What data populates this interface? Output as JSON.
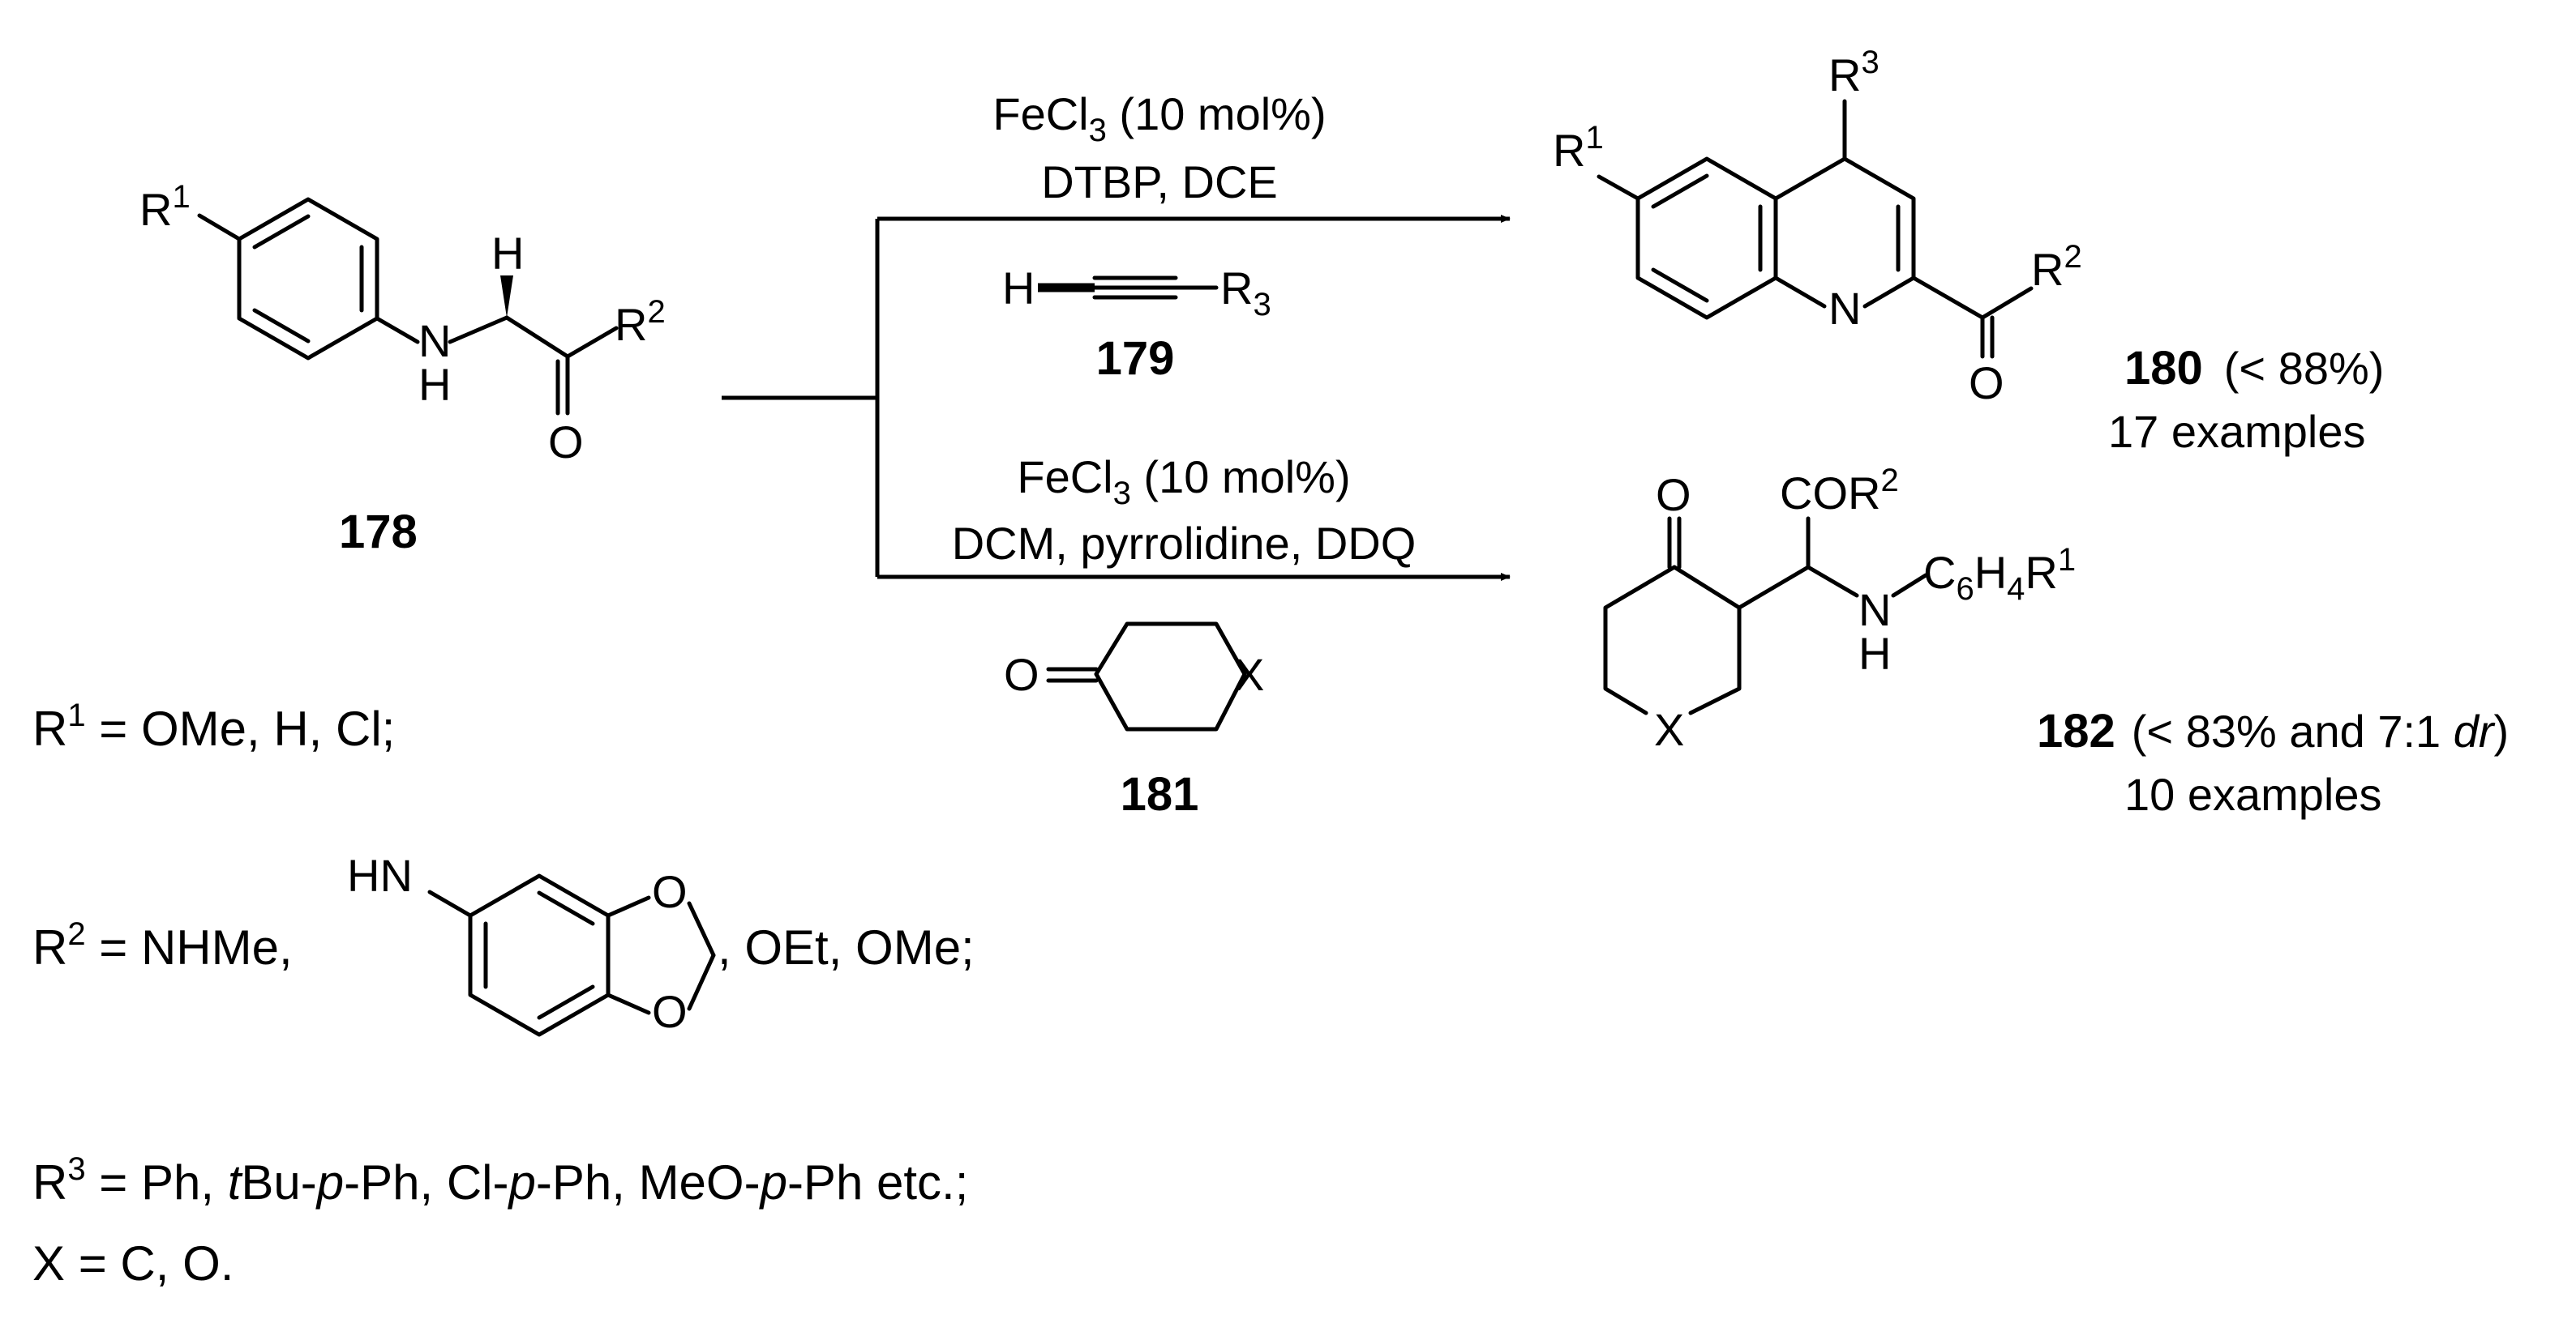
{
  "compounds": {
    "c178": {
      "label": "178",
      "r1": "R",
      "r1_sup": "1",
      "h": "H",
      "nh_n": "N",
      "nh_h": "H",
      "r2": "R",
      "r2_sup": "2",
      "o": "O"
    },
    "c179": {
      "label": "179",
      "h": "H",
      "r": "R",
      "r_sub": "3"
    },
    "c180": {
      "label": "180",
      "yield": "(< 88%)",
      "examples": "17 examples",
      "r1": "R",
      "r1_sup": "1",
      "r3": "R",
      "r3_sup": "3",
      "n": "N",
      "r2": "R",
      "r2_sup": "2",
      "o": "O"
    },
    "c181": {
      "label": "181",
      "o": "O",
      "x": "X"
    },
    "c182": {
      "label": "182",
      "yield_pre": "(< 83% and 7:1 ",
      "yield_it": "dr",
      "yield_post": ")",
      "examples": "10 examples",
      "o": "O",
      "x": "X",
      "cor": "COR",
      "cor_sup": "2",
      "n": "N",
      "nh_h": "H",
      "c6": "C",
      "c6_sub": "6",
      "h4": "H",
      "h4_sub": "4",
      "r1": "R",
      "r1_sup": "1"
    }
  },
  "conditions": {
    "upper": {
      "line1_pre": "FeCl",
      "line1_sub": "3",
      "line1_post": " (10 mol%)",
      "line2": "DTBP,  DCE"
    },
    "lower": {
      "line1_pre": "FeCl",
      "line1_sub": "3",
      "line1_post": " (10 mol%)",
      "line2": "DCM, pyrrolidine, DDQ"
    }
  },
  "substituents": {
    "r1_def": {
      "r": "R",
      "sup": "1",
      "text": " = OMe, H, Cl;"
    },
    "r2_def": {
      "r": "R",
      "sup": "2",
      "text": " = NHMe,",
      "hn": "HN",
      "o_top": "O",
      "o_bot": "O",
      "tail": ", OEt, OMe;"
    },
    "r3_def": {
      "r": "R",
      "sup": "3",
      "t1": " = Ph, ",
      "it1": "t",
      "t2": "Bu-",
      "it2": "p",
      "t3": "-Ph, Cl-",
      "it3": "p",
      "t4": "-Ph, MeO-",
      "it4": "p",
      "t5": "-Ph etc.;"
    },
    "x_def": "X = C, O."
  }
}
